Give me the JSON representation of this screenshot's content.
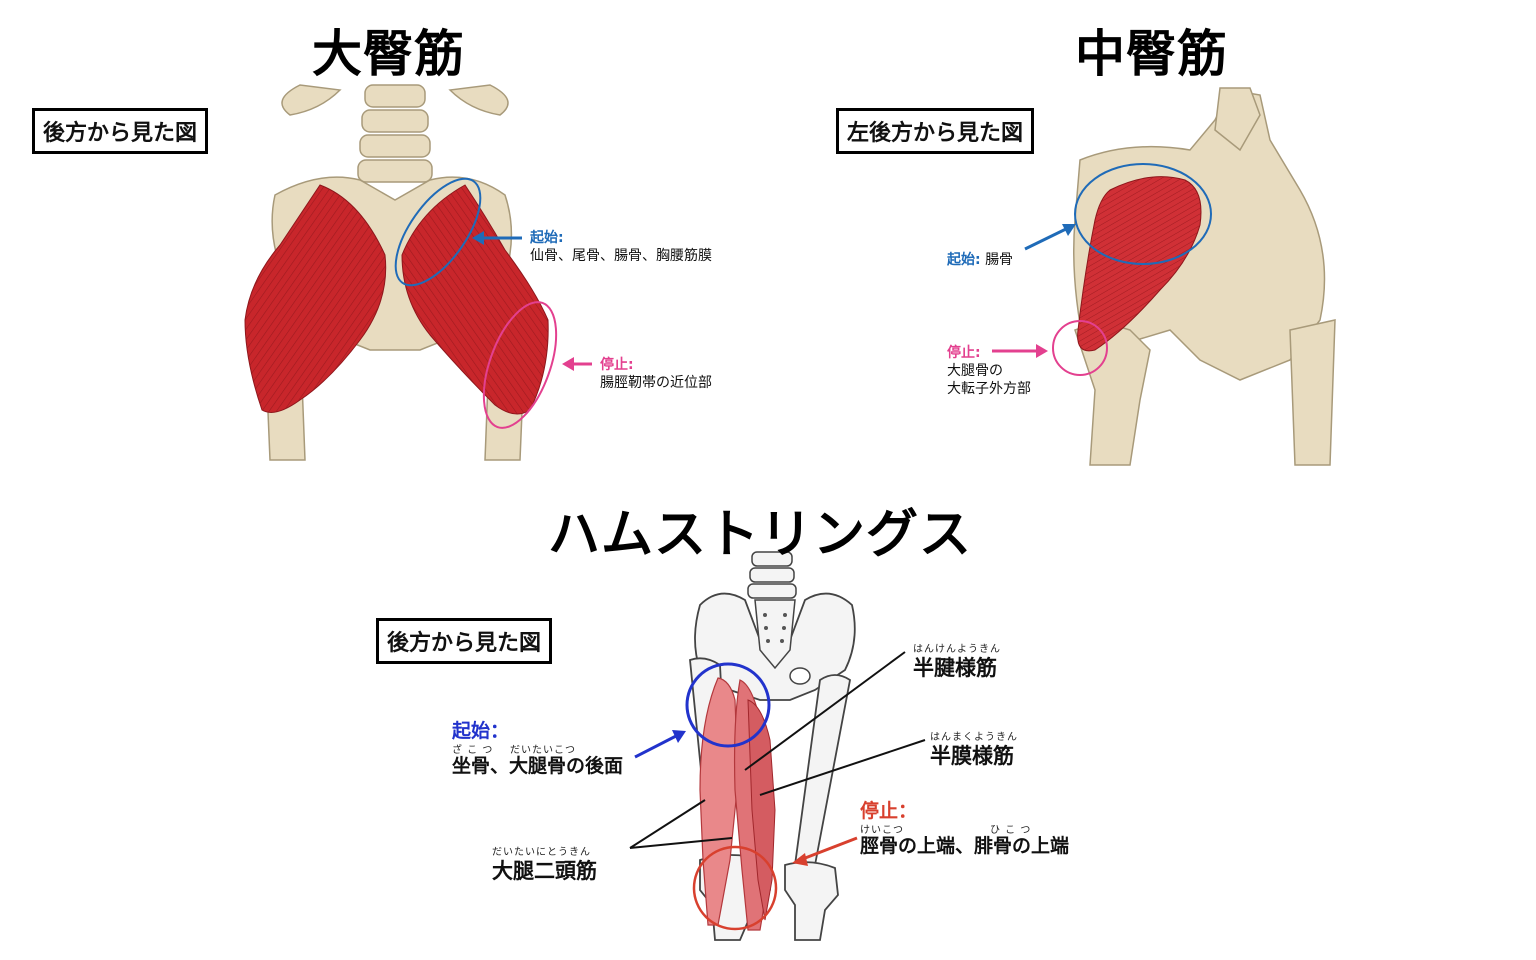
{
  "gmax": {
    "title": "大臀筋",
    "view": "後方から見た図",
    "origin_head": "起始:",
    "origin_text": "仙骨、尾骨、腸骨、胸腰筋膜",
    "insertion_head": "停止:",
    "insertion_text": "腸脛靭帯の近位部"
  },
  "gmed": {
    "title": "中臀筋",
    "view": "左後方から見た図",
    "origin_head": "起始:",
    "origin_text": "腸骨",
    "insertion_head": "停止:",
    "insertion_line1": "大腿骨の",
    "insertion_line2": "大転子外方部"
  },
  "ham": {
    "title": "ハムストリングス",
    "view": "後方から見た図",
    "origin_head": "起始：",
    "origin_ruby1": "ざ こ つ",
    "origin_ruby2": "だいたいこつ",
    "origin_text": "坐骨、大腿骨の後面",
    "semitend_ruby": "はんけんようきん",
    "semitend": "半腱様筋",
    "semimem_ruby": "はんまくようきん",
    "semimem": "半膜様筋",
    "insertion_head": "停止：",
    "insertion_ruby1": "けいこつ",
    "insertion_ruby2": "ひ こ つ",
    "insertion_text": "脛骨の上端、腓骨の上端",
    "biceps_ruby": "だいたいにとうきん",
    "biceps": "大腿二頭筋"
  },
  "colors": {
    "muscle": "#c8262b",
    "bone": "#e8dcc0",
    "origin_blue": "#1f6bb8",
    "insertion_pink": "#e3408f",
    "ham_blue": "#2233cc",
    "ham_red": "#d8402e"
  }
}
